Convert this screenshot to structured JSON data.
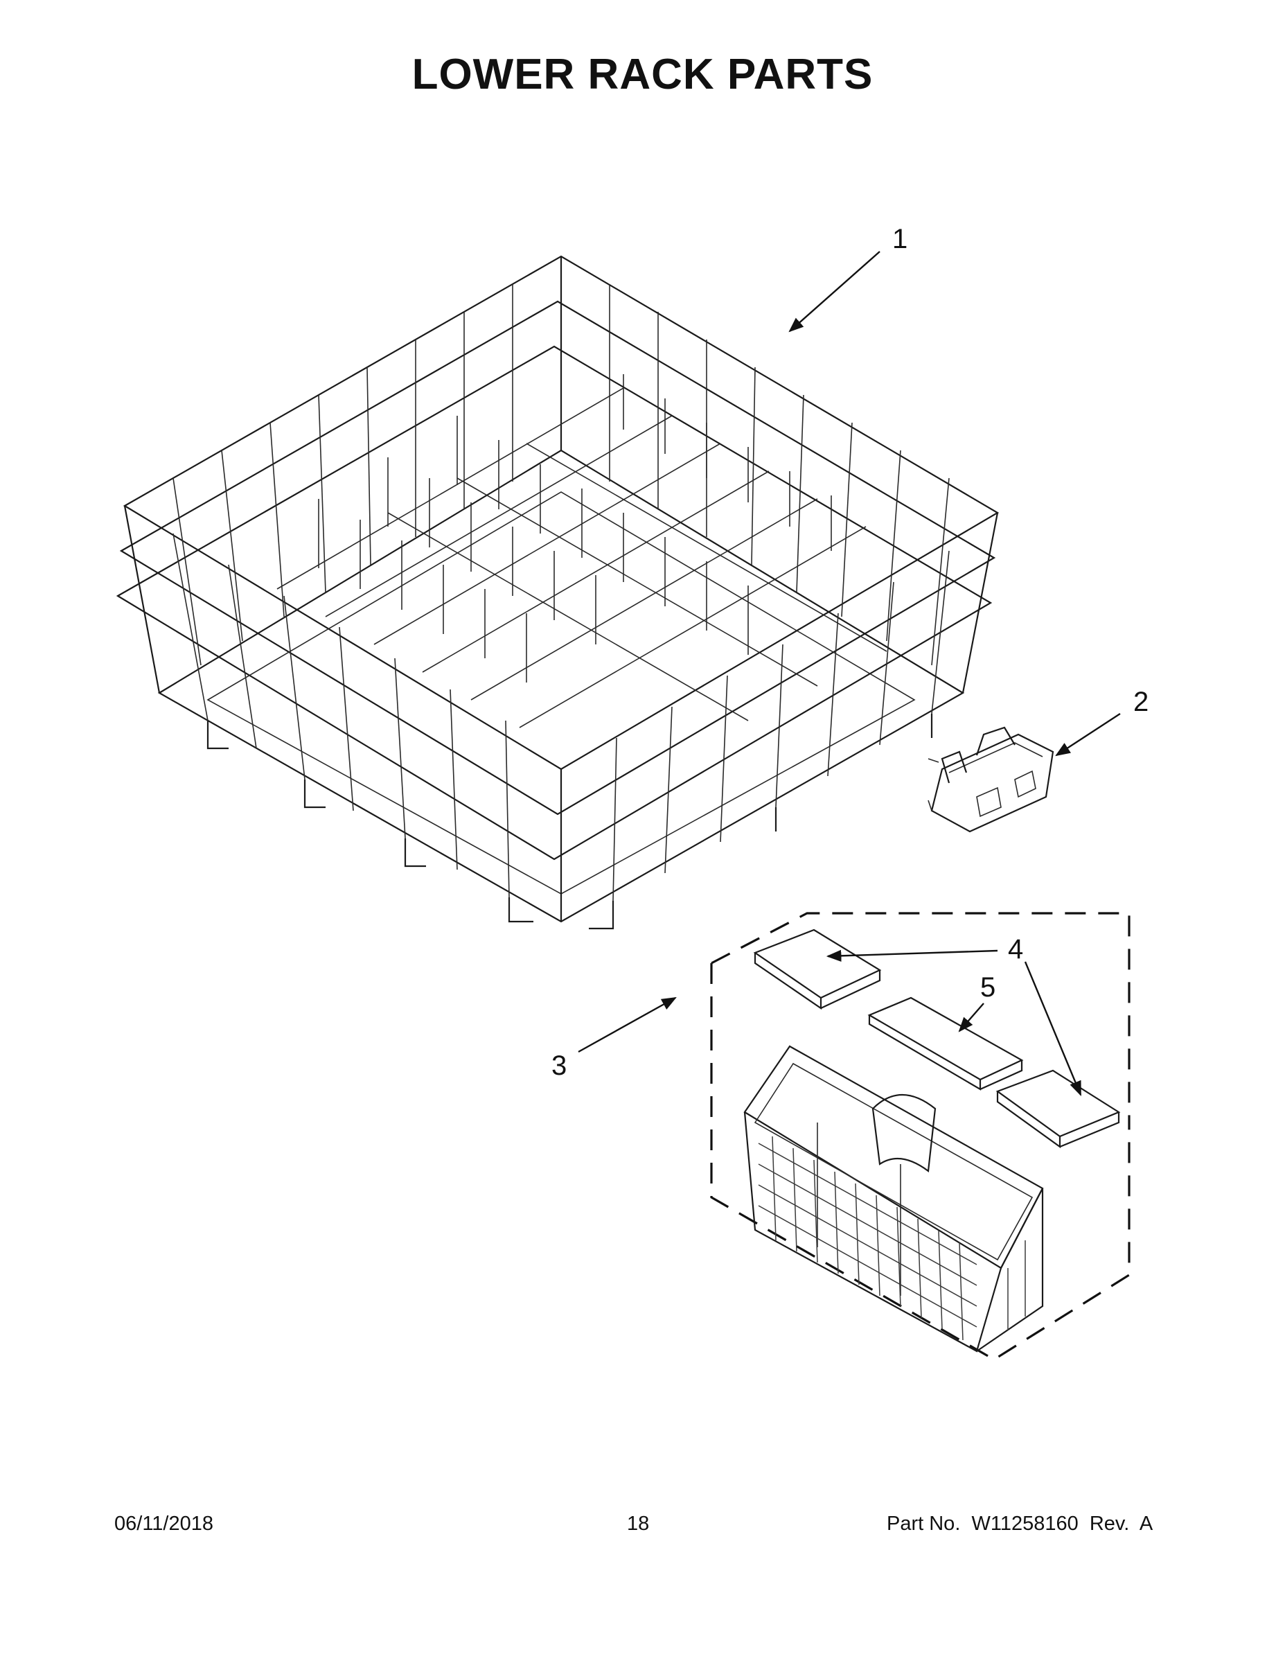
{
  "title": "LOWER RACK PARTS",
  "callouts": {
    "c1": "1",
    "c2": "2",
    "c3": "3",
    "c4": "4",
    "c5": "5"
  },
  "footer": {
    "date": "06/11/2018",
    "page": "18",
    "part_label": "Part No.  W11258160  Rev.  A"
  }
}
